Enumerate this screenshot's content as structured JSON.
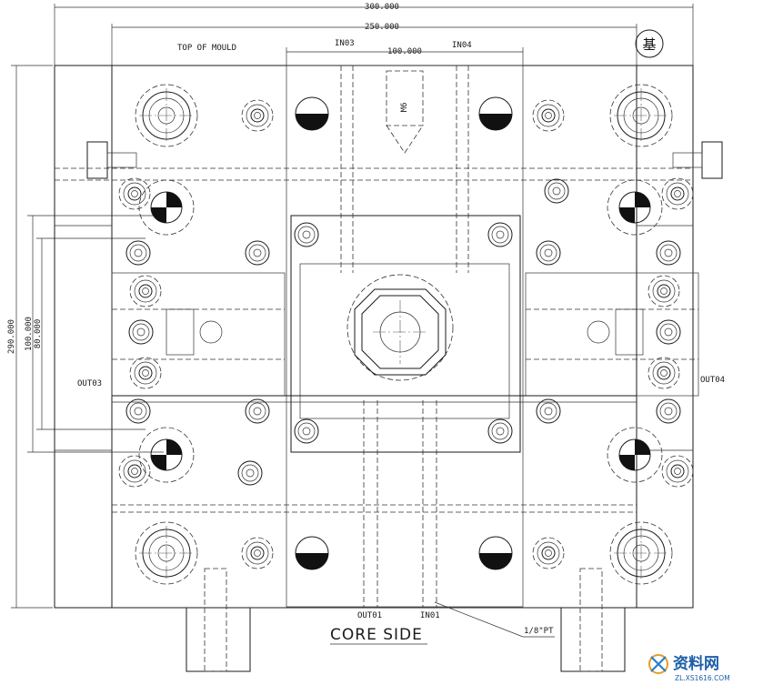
{
  "drawing": {
    "labels": {
      "top_of_mould": "TOP OF MOULD",
      "core_side": "CORE SIDE",
      "in03": "IN03",
      "in04": "IN04",
      "in01": "IN01",
      "out01": "OUT01",
      "out03": "OUT03",
      "out04": "OUT04",
      "pipe_thread": "1/8\"PT",
      "datum_symbol": "基",
      "center_mark": "M6"
    },
    "dimensions": {
      "overall_width": "300.000",
      "plate_width": "250.000",
      "insert_width": "100.000",
      "overall_height": "290.000",
      "height_2": "100.000",
      "height_3": "80.000"
    }
  },
  "watermark": {
    "brand": "资料网",
    "url": "ZL.XS1616.COM"
  }
}
